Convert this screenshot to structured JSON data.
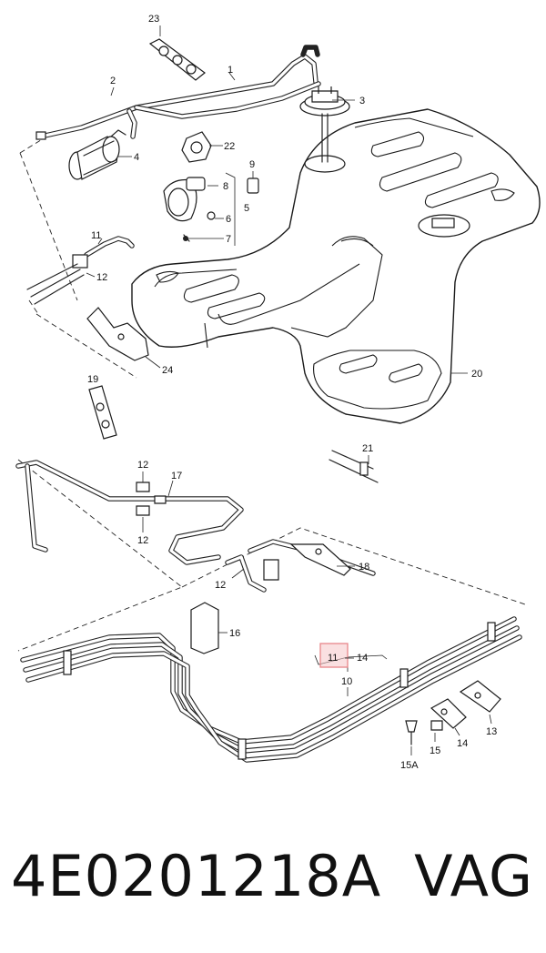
{
  "diagram": {
    "callouts": [
      {
        "id": "c23",
        "label": "23"
      },
      {
        "id": "c1",
        "label": "1"
      },
      {
        "id": "c2",
        "label": "2"
      },
      {
        "id": "c3",
        "label": "3"
      },
      {
        "id": "c22",
        "label": "22"
      },
      {
        "id": "c4",
        "label": "4"
      },
      {
        "id": "c9",
        "label": "9"
      },
      {
        "id": "c8",
        "label": "8"
      },
      {
        "id": "c5",
        "label": "5"
      },
      {
        "id": "c6",
        "label": "6"
      },
      {
        "id": "c7",
        "label": "7"
      },
      {
        "id": "c11a",
        "label": "11"
      },
      {
        "id": "c12a",
        "label": "12"
      },
      {
        "id": "c24",
        "label": "24"
      },
      {
        "id": "c20",
        "label": "20"
      },
      {
        "id": "c19",
        "label": "19"
      },
      {
        "id": "c21",
        "label": "21"
      },
      {
        "id": "c12b",
        "label": "12"
      },
      {
        "id": "c17",
        "label": "17"
      },
      {
        "id": "c12c",
        "label": "12"
      },
      {
        "id": "c18",
        "label": "18"
      },
      {
        "id": "c12d",
        "label": "12"
      },
      {
        "id": "c16",
        "label": "16"
      },
      {
        "id": "c11b",
        "label": "11"
      },
      {
        "id": "c14a",
        "label": "14"
      },
      {
        "id": "c10",
        "label": "10"
      },
      {
        "id": "c13",
        "label": "13"
      },
      {
        "id": "c14b",
        "label": "14"
      },
      {
        "id": "c15",
        "label": "15"
      },
      {
        "id": "c15a",
        "label": "15A"
      }
    ],
    "highlight_color": "#e8868a"
  },
  "footer": {
    "part_number": "4E0201218A",
    "brand": "VAG"
  }
}
